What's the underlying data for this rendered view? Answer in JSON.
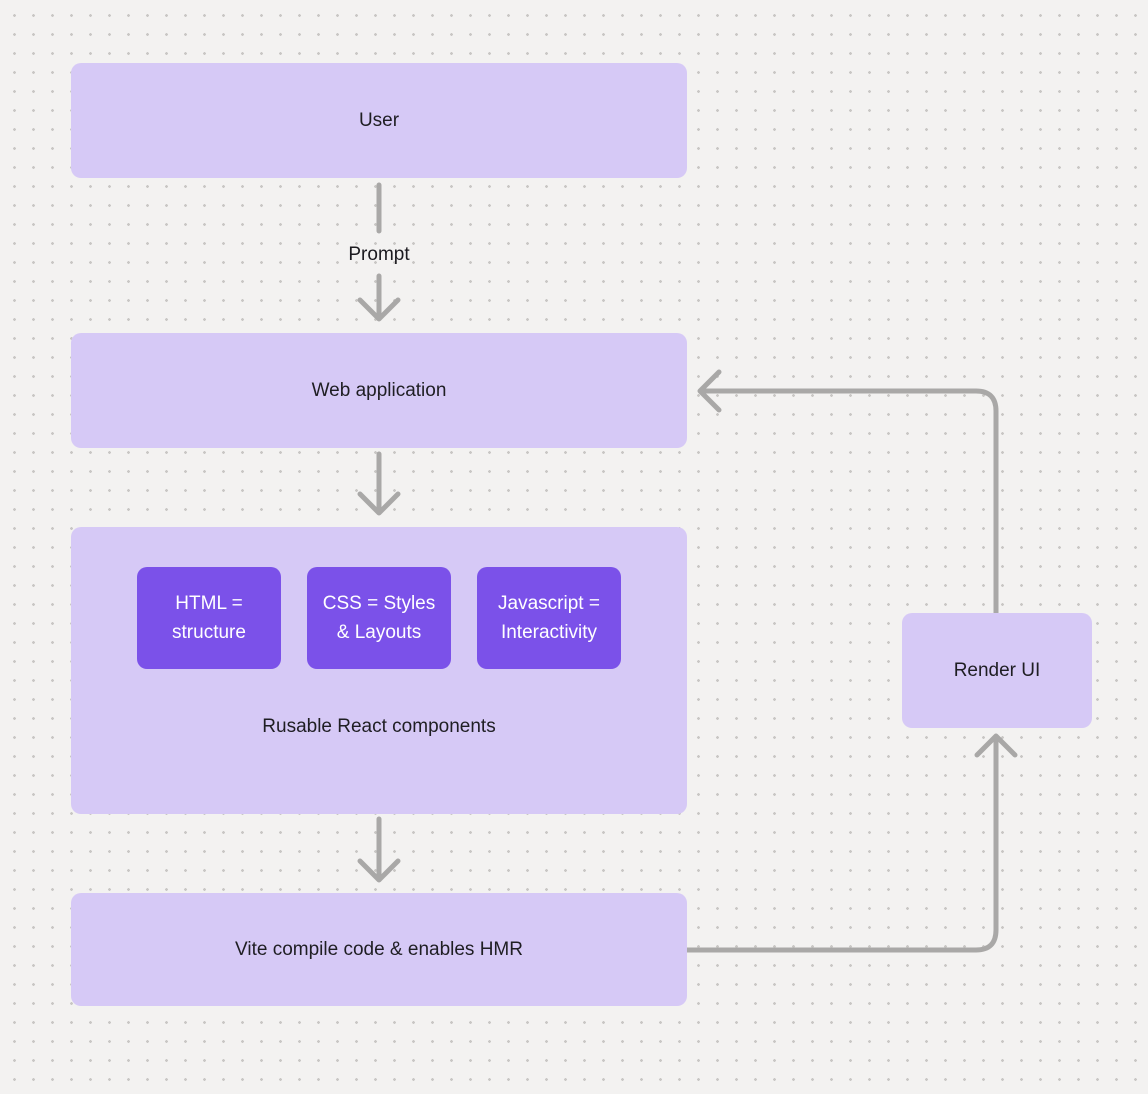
{
  "theme": {
    "background": "#f3f2f1",
    "dot_color": "#c9c7c5",
    "node_fill_light": "#d6c9f6",
    "node_fill_dark": "#7b51e9",
    "connector_color": "#a9a8a7",
    "text_dark": "#1f1e23",
    "text_light": "#ffffff"
  },
  "nodes": {
    "user": {
      "label": "User"
    },
    "web_application": {
      "label": "Web application"
    },
    "components": {
      "caption": "Rusable React components",
      "items": [
        {
          "label": "HTML =\nstructure"
        },
        {
          "label": "CSS = Styles\n& Layouts"
        },
        {
          "label": "Javascript =\nInteractivity"
        }
      ]
    },
    "vite": {
      "label": "Vite compile code & enables HMR"
    },
    "render_ui": {
      "label": "Render UI"
    }
  },
  "edges": {
    "prompt_label": "Prompt"
  }
}
